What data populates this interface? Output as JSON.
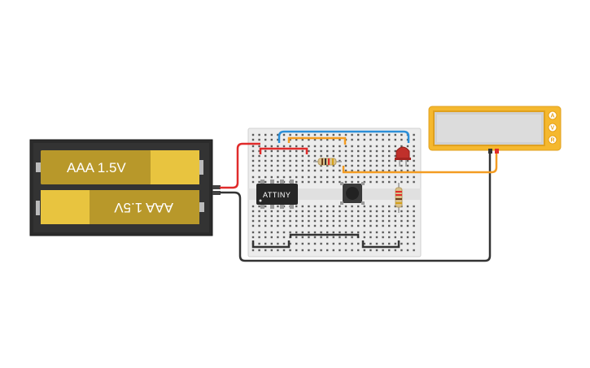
{
  "battery": {
    "cell_top_label": "AAA 1.5V",
    "cell_bottom_label": "AAA 1.5V"
  },
  "chip": {
    "label": "ATTINY"
  },
  "multimeter": {
    "mode_buttons": [
      "A",
      "V",
      "R"
    ]
  },
  "colors": {
    "wire_red": "#e02b2b",
    "wire_blue": "#2b8fd8",
    "wire_orange": "#f39c22",
    "wire_black": "#333333",
    "battery_case": "#2b2b2b",
    "battery_cell": "#d9b73a",
    "multimeter_body": "#f5b82e",
    "led": "#c0302b"
  }
}
